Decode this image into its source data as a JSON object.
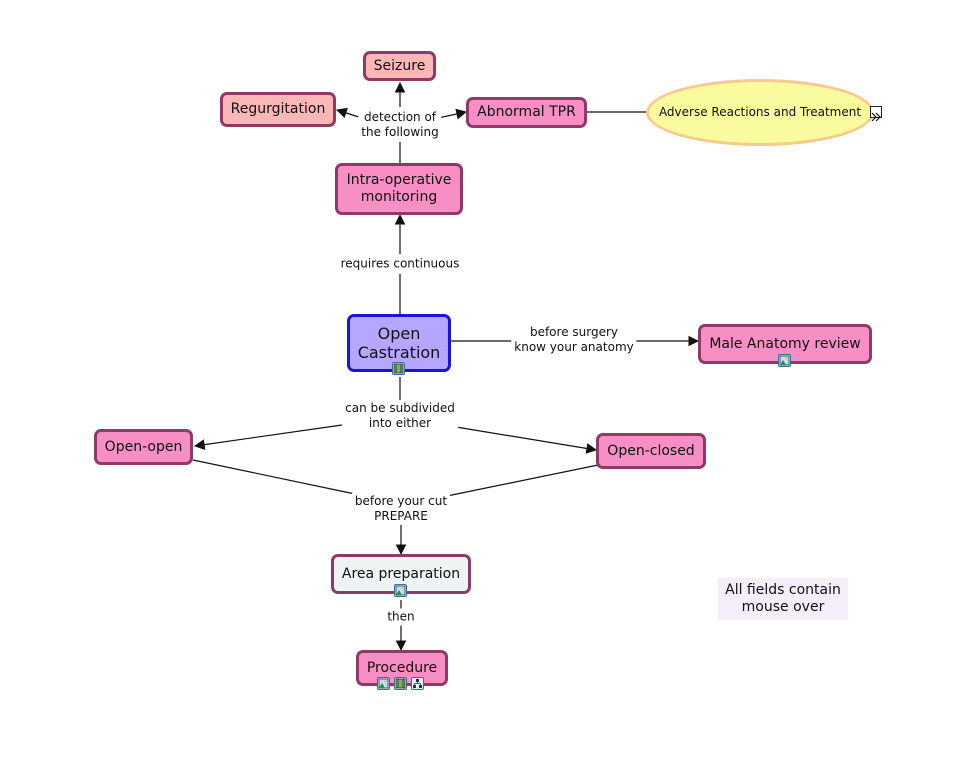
{
  "nodes": {
    "seizure": "Seizure",
    "regurgitation": "Regurgitation",
    "abnormal_tpr": "Abnormal TPR",
    "adverse": "Adverse Reactions and Treatment",
    "intra_op": "Intra-operative monitoring",
    "open_castration": "Open Castration",
    "male_anatomy": "Male Anatomy review",
    "open_open": "Open-open",
    "open_closed": "Open-closed",
    "area_prep": "Area preparation",
    "procedure": "Procedure"
  },
  "edge_labels": {
    "detection": "detection of\nthe following",
    "requires": "requires continuous",
    "before_surgery": "before surgery\nknow your anatomy",
    "subdivided": "can be subdivided\ninto either",
    "before_cut": "before your cut\nPREPARE",
    "then": "then"
  },
  "note": "All fields contain mouse over",
  "icons": {
    "open_castration": [
      "video-icon"
    ],
    "male_anatomy": [
      "image-icon"
    ],
    "area_prep": [
      "image-icon"
    ],
    "procedure": [
      "image-icon",
      "video-icon",
      "concept-map-icon"
    ],
    "adverse": [
      "expand-map-icon"
    ]
  }
}
